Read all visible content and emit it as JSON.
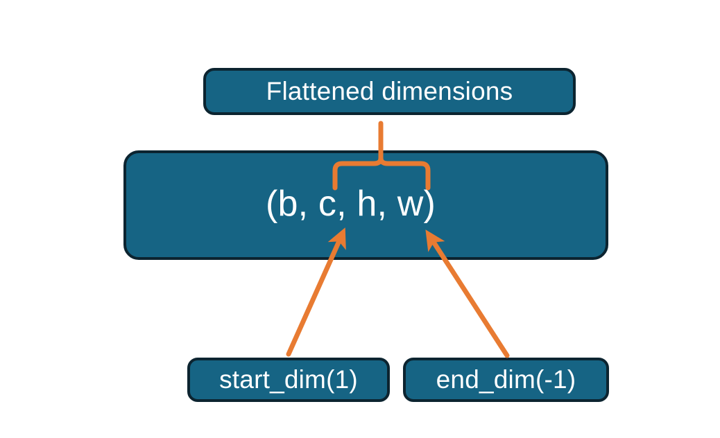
{
  "diagram": {
    "title_node": {
      "label": "Flattened dimensions",
      "name": "flattened-dimensions-box"
    },
    "shape_node": {
      "label": "(b, c, h, w)",
      "name": "tensor-shape-box",
      "dims": [
        "b",
        "c",
        "h",
        "w"
      ]
    },
    "start_node": {
      "label": "start_dim(1)",
      "name": "start-dim-box",
      "value": 1
    },
    "end_node": {
      "label": "end_dim(-1)",
      "name": "end-dim-box",
      "value": -1
    },
    "connectors": {
      "brace": {
        "name": "flatten-range-brace",
        "covers": [
          "c",
          "h",
          "w"
        ]
      },
      "start_arrow": {
        "name": "start-dim-arrow",
        "points_to": "c"
      },
      "end_arrow": {
        "name": "end-dim-arrow",
        "points_to": "w"
      }
    },
    "colors": {
      "box_fill": "#166484",
      "box_border": "#0C2430",
      "text": "#FFFFFF",
      "accent": "#E87B32",
      "background": "#FFFFFF"
    }
  }
}
